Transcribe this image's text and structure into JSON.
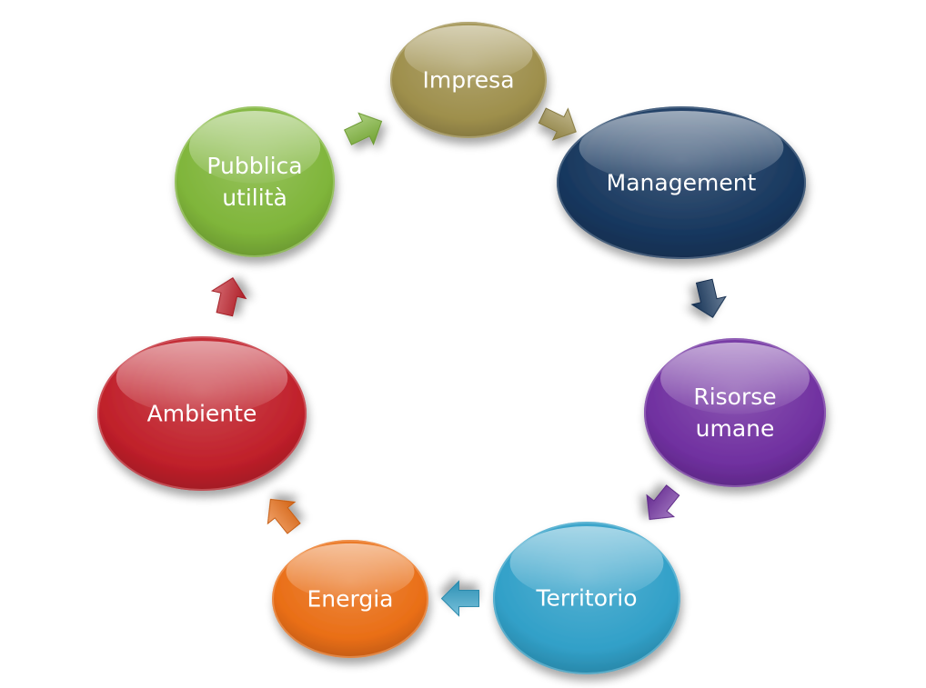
{
  "nodes": [
    {
      "id": "impresa",
      "lines": [
        "Impresa"
      ],
      "color": "#9E8F4C"
    },
    {
      "id": "management",
      "lines": [
        "Management"
      ],
      "color": "#17375E"
    },
    {
      "id": "risorse-umane",
      "lines": [
        "Risorse",
        "umane"
      ],
      "color": "#7030A0"
    },
    {
      "id": "territorio",
      "lines": [
        "Territorio"
      ],
      "color": "#31A0C8"
    },
    {
      "id": "energia",
      "lines": [
        "Energia"
      ],
      "color": "#E96E16"
    },
    {
      "id": "ambiente",
      "lines": [
        "Ambiente"
      ],
      "color": "#C0202A"
    },
    {
      "id": "pubblica-utilita",
      "lines": [
        "Pubblica",
        "utilità"
      ],
      "color": "#7FB53A"
    }
  ],
  "arrows": [
    {
      "from": "impresa",
      "to": "management",
      "color": "#9E8F4C"
    },
    {
      "from": "management",
      "to": "risorse-umane",
      "color": "#17375E"
    },
    {
      "from": "risorse-umane",
      "to": "territorio",
      "color": "#7030A0"
    },
    {
      "from": "territorio",
      "to": "energia",
      "color": "#31A0C8"
    },
    {
      "from": "energia",
      "to": "ambiente",
      "color": "#E96E16"
    },
    {
      "from": "ambiente",
      "to": "pubblica-utilita",
      "color": "#C0202A"
    },
    {
      "from": "pubblica-utilita",
      "to": "impresa",
      "color": "#7FB53A"
    }
  ]
}
